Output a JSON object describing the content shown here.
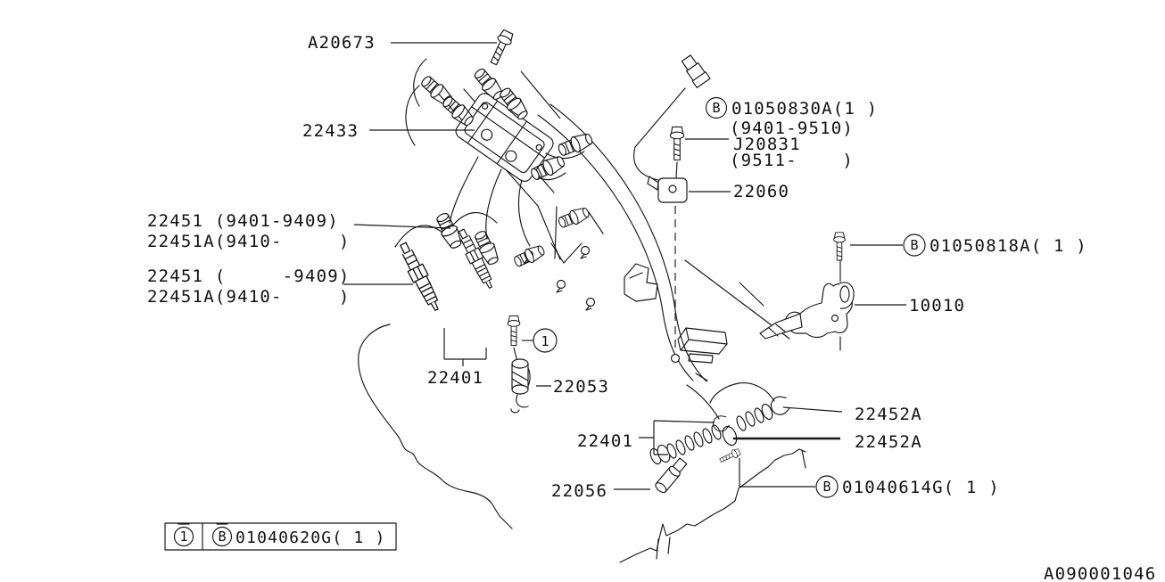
{
  "doc_code": "A090001046",
  "labels": {
    "a20673": "A20673",
    "c22433": "22433",
    "p22451_r1": "22451 (9401-9409)",
    "p22451_r2": "22451A(9410-     )",
    "p22451_r3": "22451 (     -9409)",
    "p22451_r4": "22451A(9410-     )",
    "cl22401_left": "22401",
    "s22053": "22053",
    "cl22401_mid": "22401",
    "s22056": "22056",
    "cl22452a_top": "22452A",
    "cl22452a_bot": "22452A",
    "s22060": "22060",
    "br10010": "10010",
    "ref1": "1"
  },
  "callouts": {
    "b1": {
      "prefix": "B",
      "num": "01050830A(1 )",
      "range1": "(9401-9510)",
      "alt": "J20831",
      "range2": "(9511-    )"
    },
    "b2": {
      "prefix": "B",
      "num": "01050818A( 1 )"
    },
    "b3": {
      "prefix": "B",
      "num": "01040614G( 1 )"
    }
  },
  "legend": {
    "ref": "1",
    "prefix": "B",
    "num": "01040620G( 1 )"
  }
}
